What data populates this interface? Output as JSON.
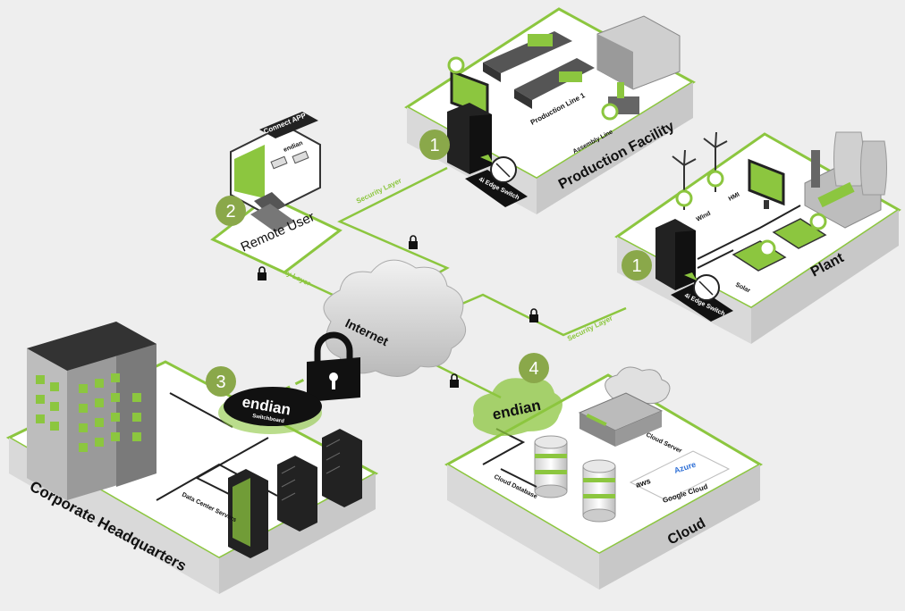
{
  "zones": {
    "production": {
      "title": "Production Facility",
      "line": "Production Line 1",
      "assembly": "Assembly Line",
      "gateway": "4i Edge Switch"
    },
    "plant": {
      "title": "Plant",
      "wind": "Wind",
      "hmi": "HMI",
      "solar": "Solar",
      "gateway": "4i Edge Switch"
    },
    "remote": {
      "title": "Remote User",
      "screen_title": "Connect APP",
      "screen_brand": "endian"
    },
    "hq": {
      "title": "Corporate Headquarters",
      "servers": "Data Center Servers",
      "gateway_brand": "endian",
      "gateway_sub": "Switchboard"
    },
    "cloud": {
      "title": "Cloud",
      "server": "Cloud Server",
      "databases": "Cloud Database",
      "brand": "endian",
      "providers": [
        "aws",
        "Azure",
        "Google Cloud"
      ]
    }
  },
  "internet_label": "Internet",
  "security_layer_label": "Security Layer",
  "badges": [
    "1",
    "2",
    "1",
    "3",
    "4"
  ],
  "colors": {
    "accent": "#8cc63f",
    "badge": "#8aa84a",
    "dark": "#222222",
    "zone_face": "#ffffff",
    "zone_side": "#d9d9d9",
    "background": "#eeeeee"
  }
}
